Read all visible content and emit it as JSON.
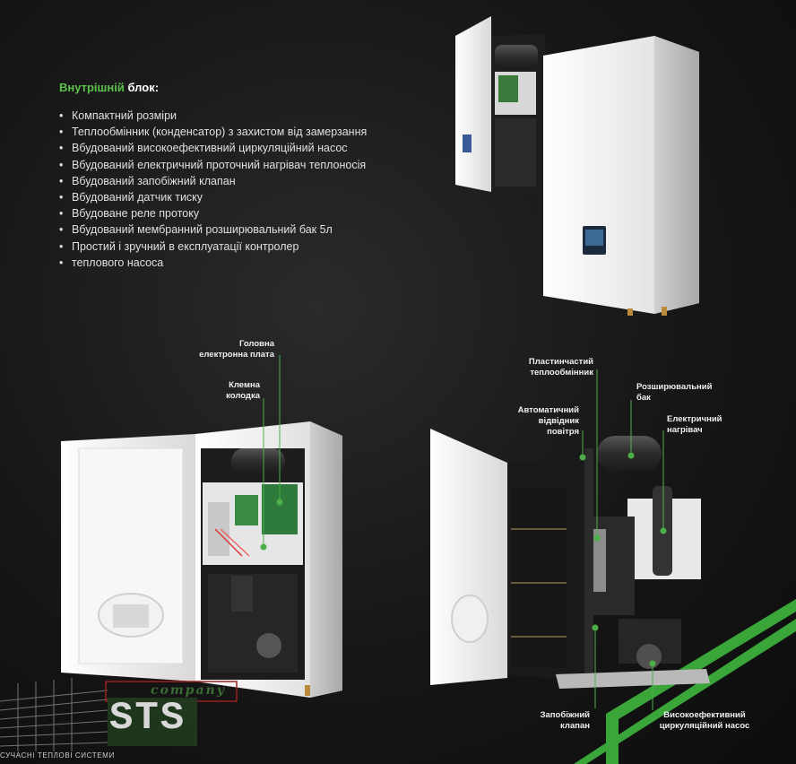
{
  "heading": {
    "accent": "Внутрішній",
    "rest": " блок:"
  },
  "features": [
    "Компактний розміри",
    "Теплообмінник (конденсатор) з захистом від замерзання",
    "Вбудований високоефективний циркуляційний насос",
    "Вбудований електричний проточний нагрівач теплоносія",
    "Вбудований запобіжний клапан",
    "Вбудований датчик тиску",
    "Вбудоване реле протоку",
    "Вбудований мембранний розширювальний бак 5л",
    "Простий і зручний в експлуатації контролер",
    "теплового насоса"
  ],
  "callouts": {
    "main_board": "Головна\nелектронна плата",
    "terminal_block": "Клемна\nколодка",
    "plate_hx": "Пластинчастий\nтеплообмінник",
    "expansion_tank": "Розширювальний\nбак",
    "air_vent": "Автоматичний\nвідвідник\nповітря",
    "electric_heater": "Електричний\nнагрівач",
    "safety_valve": "Запобіжний\nклапан",
    "circ_pump": "Високоефективний\nциркуляційний насос"
  },
  "logo": {
    "company": "company",
    "brand": "STS",
    "tagline": "СУЧАСНІ ТЕПЛОВІ СИСТЕМИ"
  },
  "colors": {
    "accent": "#5bc24a",
    "callout_line": "#4caf4a",
    "cabinet": "#f4f4f4",
    "stripe": "#3aa63a"
  }
}
